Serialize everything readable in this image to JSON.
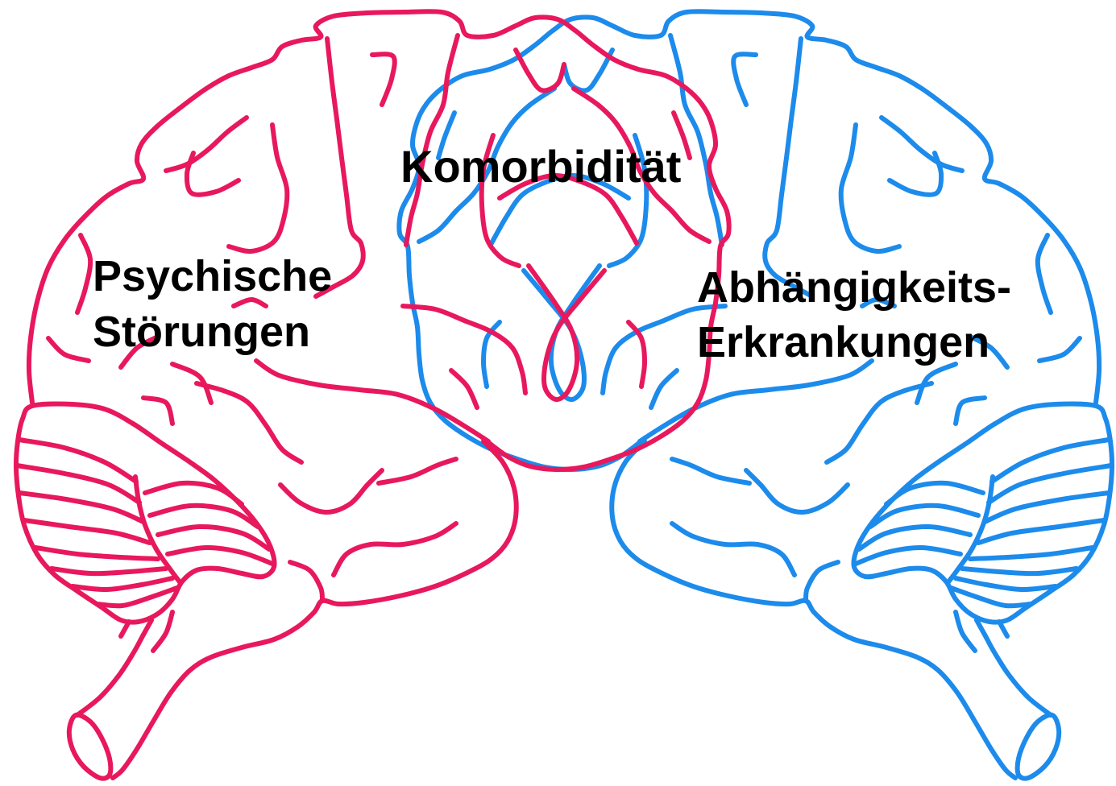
{
  "labels": {
    "left": {
      "line1": "Psychische",
      "line2": "Störungen"
    },
    "center": "Komorbidität",
    "right": {
      "line1": "Abhängigkeits-",
      "line2": "Erkrankungen"
    }
  },
  "colors": {
    "left_brain": "#E8185D",
    "right_brain": "#1C8BEB",
    "text": "#000000",
    "background": "#FFFFFF"
  }
}
